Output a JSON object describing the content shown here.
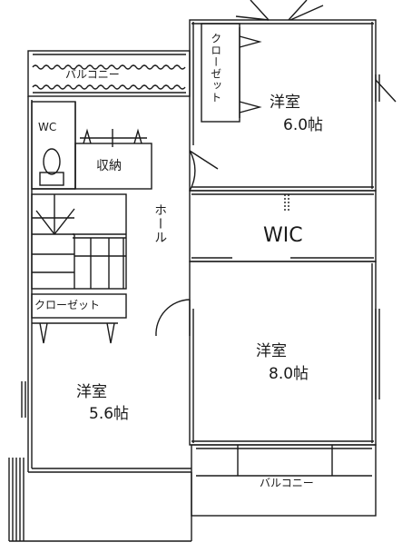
{
  "rooms": {
    "western_room_upper": {
      "name": "洋室",
      "area": "6.0帖"
    },
    "western_room_middle": {
      "name": "洋室",
      "area": "8.0帖"
    },
    "western_room_lower": {
      "name": "洋室",
      "area": "5.6帖"
    },
    "wic": {
      "name": "WIC"
    },
    "hall": {
      "name": "ホール"
    },
    "storage": {
      "name": "収納"
    },
    "wc": {
      "name": "WC"
    },
    "closet_vertical": {
      "name": "クローゼット"
    },
    "closet_horizontal": {
      "name": "クローゼット"
    },
    "balcony_top": {
      "name": "バルコニー"
    },
    "balcony_bottom": {
      "name": "バルコニー"
    }
  },
  "colors": {
    "wall": "#1a1a1a",
    "background": "#ffffff"
  }
}
